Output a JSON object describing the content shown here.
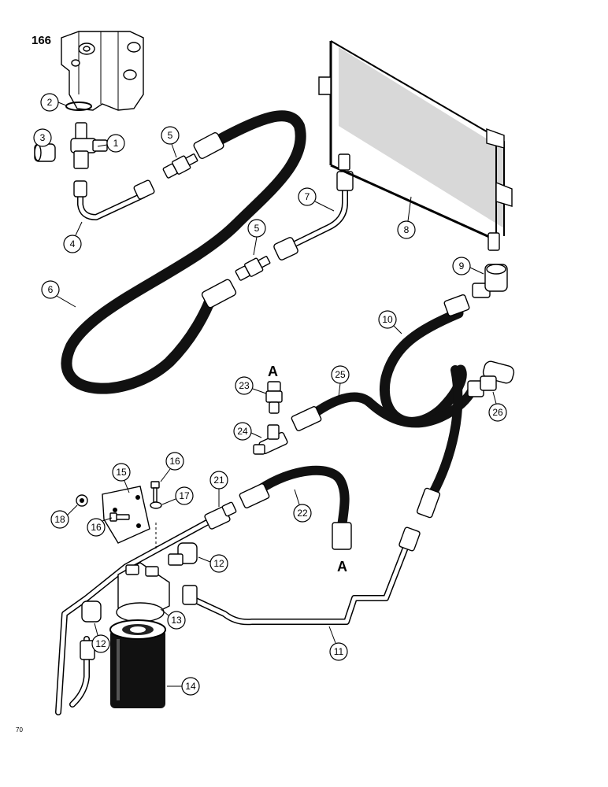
{
  "page": {
    "number": "166",
    "footer_code": "70"
  },
  "markers": {
    "a_top": "A",
    "a_bottom": "A"
  },
  "callouts": [
    {
      "id": "c1",
      "label": "1"
    },
    {
      "id": "c2",
      "label": "2"
    },
    {
      "id": "c3",
      "label": "3"
    },
    {
      "id": "c4",
      "label": "4"
    },
    {
      "id": "c5a",
      "label": "5"
    },
    {
      "id": "c5b",
      "label": "5"
    },
    {
      "id": "c6",
      "label": "6"
    },
    {
      "id": "c7",
      "label": "7"
    },
    {
      "id": "c8",
      "label": "8"
    },
    {
      "id": "c9",
      "label": "9"
    },
    {
      "id": "c10",
      "label": "10"
    },
    {
      "id": "c11",
      "label": "11"
    },
    {
      "id": "c12a",
      "label": "12"
    },
    {
      "id": "c12b",
      "label": "12"
    },
    {
      "id": "c13",
      "label": "13"
    },
    {
      "id": "c14",
      "label": "14"
    },
    {
      "id": "c15",
      "label": "15"
    },
    {
      "id": "c16a",
      "label": "16"
    },
    {
      "id": "c16b",
      "label": "16"
    },
    {
      "id": "c17",
      "label": "17"
    },
    {
      "id": "c18",
      "label": "18"
    },
    {
      "id": "c21",
      "label": "21"
    },
    {
      "id": "c22",
      "label": "22"
    },
    {
      "id": "c23",
      "label": "23"
    },
    {
      "id": "c24",
      "label": "24"
    },
    {
      "id": "c25",
      "label": "25"
    },
    {
      "id": "c26",
      "label": "26"
    }
  ]
}
